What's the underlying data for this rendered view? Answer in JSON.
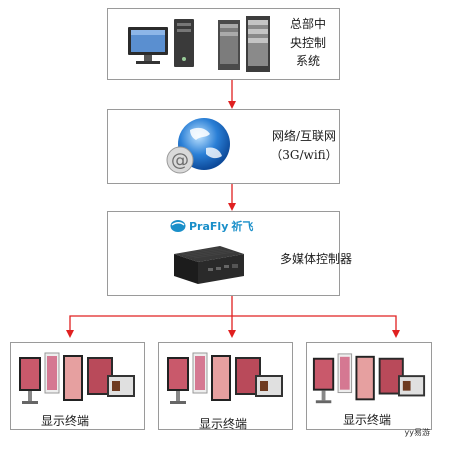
{
  "nodes": {
    "hq": {
      "line1": "总部中",
      "line2": "央控制",
      "line3": "系统"
    },
    "network": {
      "line1": "网络/互联网",
      "line2": "（3G/wifi）"
    },
    "controller": {
      "brand_en": "PraFly",
      "brand_cn": "祈飞",
      "label": "多媒体控制器"
    },
    "terminals": [
      {
        "label": "显示终端"
      },
      {
        "label": "显示终端"
      },
      {
        "label": "显示终端"
      }
    ]
  },
  "watermark": "yy易游",
  "colors": {
    "arrow": "#e02020",
    "border": "#9a9a9a",
    "brand": "#1a8fc9",
    "globe": "#2a7fd6"
  }
}
